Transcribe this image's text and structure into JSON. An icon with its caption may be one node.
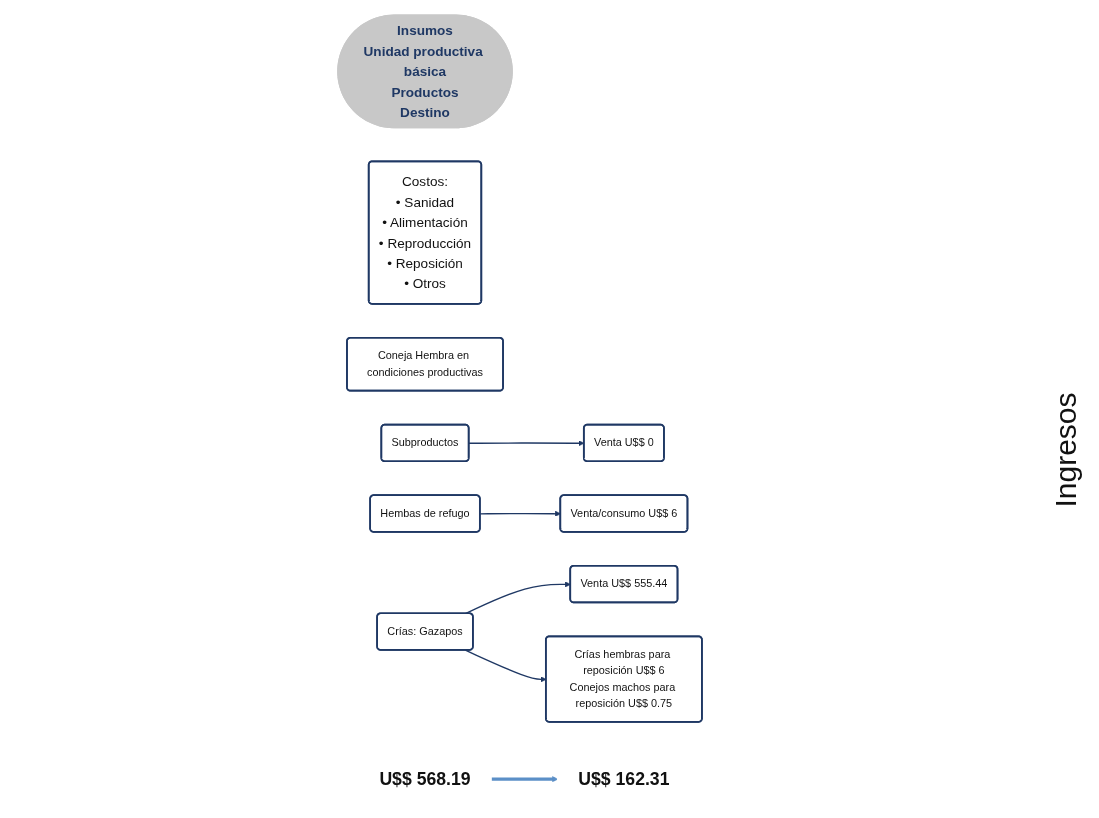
{
  "diagram": {
    "nodes": [
      {
        "text": [
          "Insumos",
          "Unidad productiva básica",
          "Productos",
          "Destino"
        ]
      },
      {
        "text": [
          "Costos:",
          "• Sanidad",
          "• Alimentación",
          "• Reproducción",
          "• Reposición",
          "• Otros"
        ]
      },
      {
        "text": [
          "Coneja Hembra en condiciones productivas"
        ]
      },
      {
        "text": [
          "Subproductos"
        ]
      },
      {
        "text": [
          "Venta U$$ 0"
        ]
      },
      {
        "text": [
          "Hembas de refugo"
        ]
      },
      {
        "text": [
          "Venta/consumo U$$ 6"
        ]
      },
      {
        "text": [
          "Crías: Gazapos"
        ]
      },
      {
        "text": [
          "Venta U$$ 555.44"
        ]
      },
      {
        "text": [
          "Crías hembras para reposición U$$ 6",
          "Conejos machos para reposición U$$ 0.75"
        ]
      },
      {
        "text": [
          "U$$ 568.19"
        ]
      },
      {
        "text": [
          "U$$ 162.31"
        ]
      }
    ],
    "edges": [
      {
        "from": 3,
        "to": 4,
        "arrow": "to"
      },
      {
        "from": 5,
        "to": 6,
        "arrow": "to"
      },
      {
        "from": 7,
        "to": 8,
        "arrow": "to"
      },
      {
        "from": 7,
        "to": 9,
        "arrow": "to"
      },
      {
        "from": 10,
        "to": 11,
        "arrow": "to",
        "style": "thick",
        "color": "#5b8fc7"
      }
    ],
    "labels": [
      "Ingresos"
    ]
  }
}
